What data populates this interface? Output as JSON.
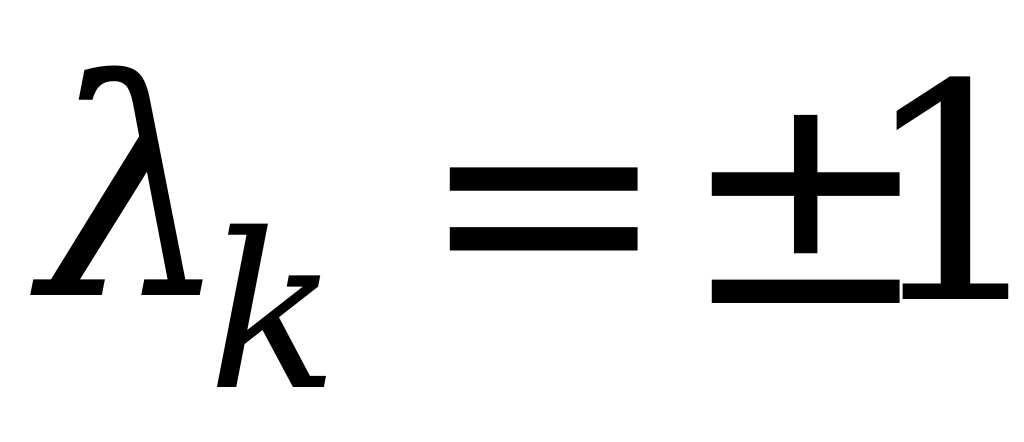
{
  "equation": {
    "variable": "λ",
    "subscript": "k",
    "relation": "=",
    "sign": "±",
    "value": "1"
  }
}
